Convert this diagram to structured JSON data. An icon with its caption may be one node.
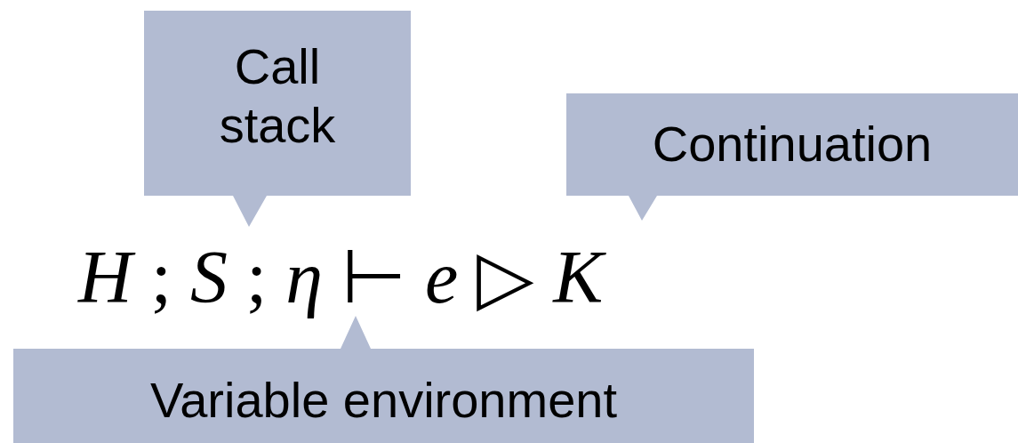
{
  "diagram": {
    "nodes": [
      {
        "text": [
          "Call stack"
        ]
      },
      {
        "text": [
          "Continuation"
        ]
      },
      {
        "text": [
          "Variable environment"
        ]
      }
    ],
    "labels": [
      "*H* ; *S* ; *η* ⊢ *e* ▷ *K*"
    ]
  }
}
